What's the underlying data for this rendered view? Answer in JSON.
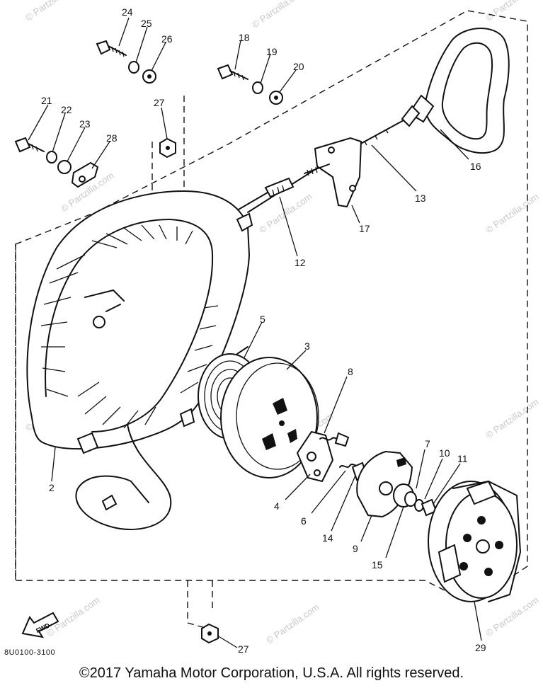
{
  "diagram": {
    "code": "8U0100-3100",
    "copyright": "©2017  Yamaha Motor Corporation, U.S.A. All rights reserved.",
    "watermark": "© Partzilla.com",
    "fwd_label": "FWD",
    "callouts": [
      "24",
      "25",
      "26",
      "18",
      "19",
      "20",
      "21",
      "22",
      "23",
      "28",
      "27",
      "16",
      "13",
      "17",
      "12",
      "5",
      "3",
      "8",
      "2",
      "4",
      "6",
      "14",
      "9",
      "15",
      "7",
      "10",
      "11",
      "27",
      "29"
    ]
  }
}
